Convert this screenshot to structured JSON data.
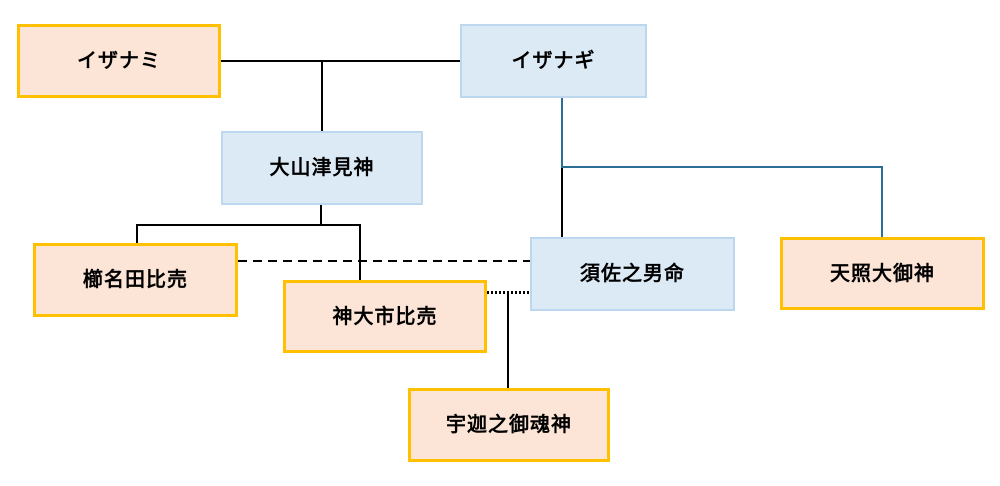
{
  "diagram": {
    "type": "family-tree",
    "colors": {
      "peach_fill": "#FCE4D6",
      "peach_border": "#FFC000",
      "blue_fill": "#DCEAF6",
      "blue_border": "#BDD7EE",
      "line": "#000000",
      "line_accent": "#2B6F96",
      "bg": "#FFFFFF"
    },
    "nodes": {
      "izanami": {
        "label": "イザナミ",
        "style": "peach"
      },
      "izanagi": {
        "label": "イザナギ",
        "style": "blue"
      },
      "oyamatsumi": {
        "label": "大山津見神",
        "style": "blue"
      },
      "kushinadahime": {
        "label": "櫛名田比売",
        "style": "peach"
      },
      "kamuoichihime": {
        "label": "神大市比売",
        "style": "peach"
      },
      "susanoo": {
        "label": "須佐之男命",
        "style": "blue"
      },
      "amaterasu": {
        "label": "天照大御神",
        "style": "peach"
      },
      "ukanomitama": {
        "label": "宇迦之御魂神",
        "style": "peach"
      }
    },
    "edges": [
      {
        "from": "izanami",
        "to": "izanagi",
        "style": "solid"
      },
      {
        "from": "izanami+izanagi",
        "to": "oyamatsumi",
        "style": "solid"
      },
      {
        "from": "oyamatsumi",
        "to": "kushinadahime",
        "style": "solid"
      },
      {
        "from": "oyamatsumi",
        "to": "kamuoichihime",
        "style": "solid"
      },
      {
        "from": "izanagi",
        "to": "amaterasu",
        "style": "solid-accent"
      },
      {
        "from": "izanagi",
        "to": "susanoo",
        "style": "solid"
      },
      {
        "from": "kushinadahime",
        "to": "susanoo",
        "style": "dashed"
      },
      {
        "from": "kamuoichihime",
        "to": "susanoo",
        "style": "dotted"
      },
      {
        "from": "susanoo+kamuoichihime",
        "to": "ukanomitama",
        "style": "solid"
      }
    ]
  }
}
